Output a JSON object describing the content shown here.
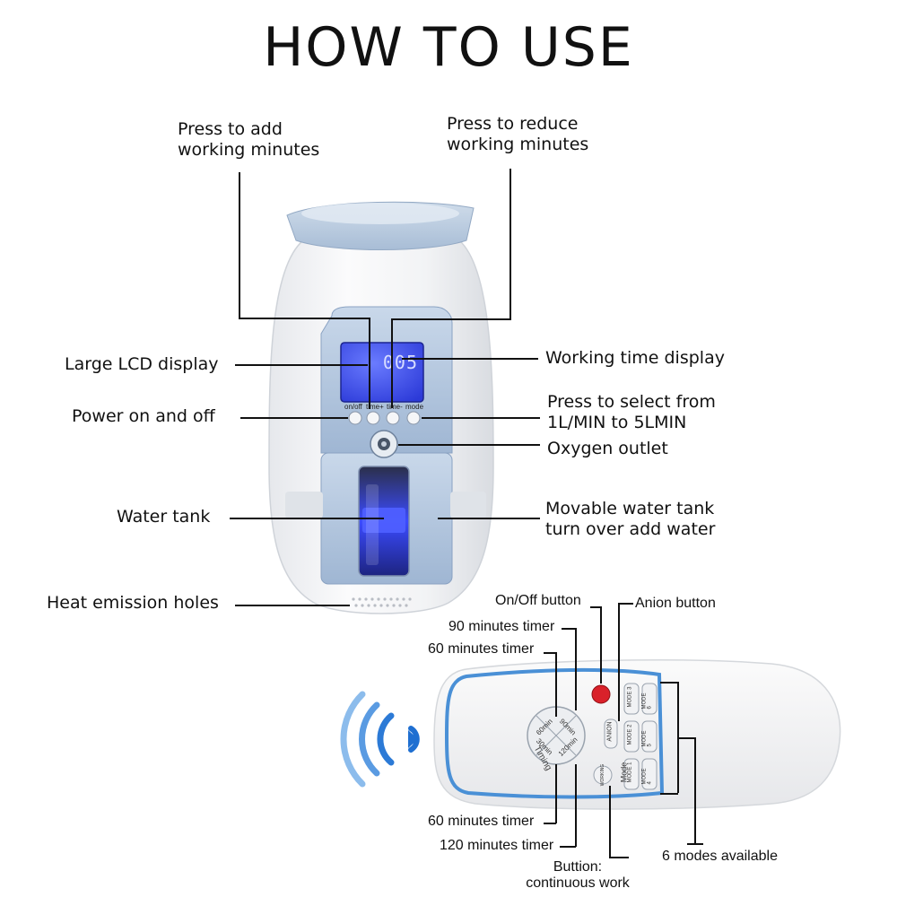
{
  "title": "HOW TO USE",
  "labels": {
    "add_minutes": "Press to add\nworking minutes",
    "reduce_minutes": "Press to reduce\nworking minutes",
    "lcd": "Large LCD display",
    "working_time": "Working time display",
    "power": "Power on and off",
    "select_flow": "Press to select from\n1L/MIN to 5LMIN",
    "outlet": "Oxygen outlet",
    "water_tank": "Water tank",
    "movable_tank": "Movable water tank\nturn over add water",
    "heat_holes": "Heat emission holes"
  },
  "device": {
    "lcd_digits": "005",
    "buttons": [
      "on/off",
      "time+",
      "time-",
      "mode"
    ]
  },
  "remote_labels": {
    "onoff": "On/Off button",
    "anion": "Anion button",
    "t90": "90 minutes timer",
    "t60_top": "60 minutes timer",
    "t60_bottom": "60 minutes timer",
    "t120": "120 minutes timer",
    "continuous": "Buttion:\ncontinuous work",
    "modes": "6 modes available"
  },
  "remote": {
    "timer_buttons": [
      "60min",
      "90min",
      "30min",
      "120min"
    ],
    "timing": "Timing",
    "anion": "ANION",
    "working": "WORKING",
    "mode": "Mode",
    "modes": [
      "MODE 3",
      "MODE 6",
      "MODE 2",
      "MODE 5",
      "MODE 1",
      "MODE 4"
    ]
  },
  "colors": {
    "device_blue": "#a9bfd9",
    "lcd_blue": "#3a4fff",
    "tank_glow": "#2f43ff",
    "remote_ring": "#4a90d6",
    "power_red": "#d9212a",
    "signal_blue": "#1f6fd1"
  }
}
